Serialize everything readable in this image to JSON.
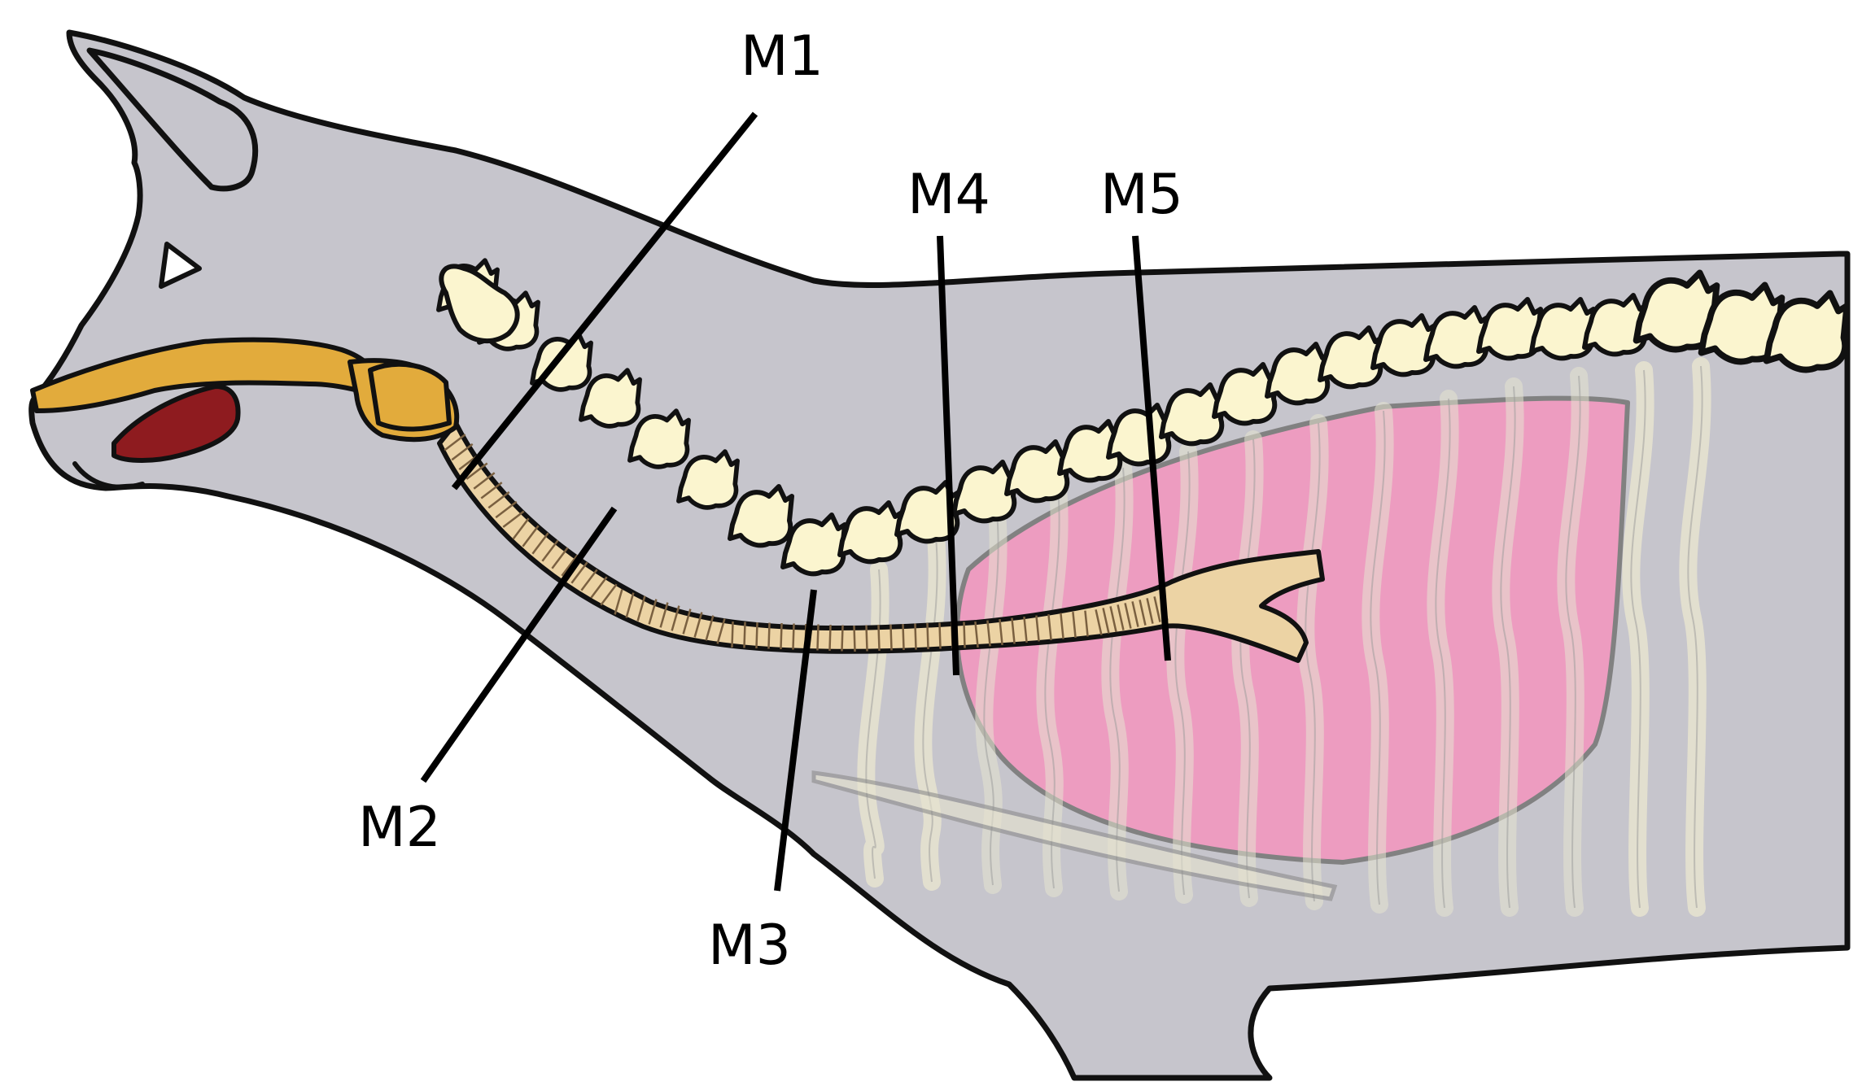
{
  "colors": {
    "body": "#c6c5cc",
    "outline": "#111111",
    "vertebra": "#fbf5cf",
    "trachea": "#ecd3a4",
    "trachea_ring": "#7a6040",
    "upper_airway": "#e2ab3c",
    "tongue": "#8e1b1f",
    "lung": "#f09ac0",
    "rib": "#e6e3cf",
    "marker": "#000000"
  },
  "markers": [
    {
      "id": "m1",
      "label": "M1"
    },
    {
      "id": "m2",
      "label": "M2"
    },
    {
      "id": "m3",
      "label": "M3"
    },
    {
      "id": "m4",
      "label": "M4"
    },
    {
      "id": "m5",
      "label": "M5"
    }
  ]
}
